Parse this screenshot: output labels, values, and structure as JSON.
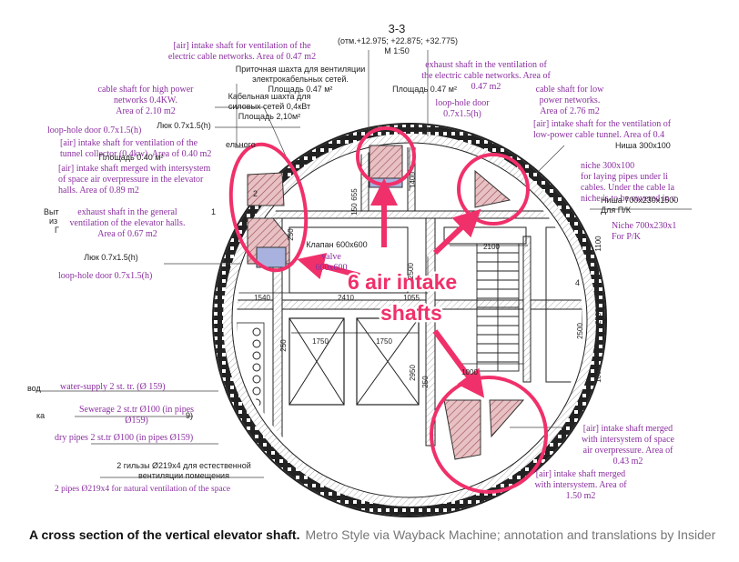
{
  "header": {
    "section": "3-3",
    "elev": "(отм.+12.975; +22.875; +32.775)",
    "scale": "М 1:50"
  },
  "colors": {
    "annotation": "#8b2fa0",
    "highlight": "#f0306a",
    "drawing": "#222222",
    "shaft_fill": "#e7c1c3",
    "caption_text": "#777777"
  },
  "purple_labels": [
    {
      "lines": [
        "[air] intake shaft for ventilation of the",
        "electric cable networks. Area of 0.47 m2"
      ]
    },
    {
      "lines": [
        "exhaust shaft in the ventilation of",
        "the electric cable networks. Area of",
        "0.47 m2"
      ]
    },
    {
      "lines": [
        "cable shaft for high power",
        "networks 0.4KW.",
        "Area of 2.10 m2"
      ]
    },
    {
      "lines": [
        "loop-hole door",
        "0.7x1.5(h)"
      ]
    },
    {
      "lines": [
        "cable shaft for low",
        "power networks.",
        "Area of 2.76 m2"
      ]
    },
    {
      "lines": [
        "loop-hole door 0.7x1.5(h)"
      ]
    },
    {
      "lines": [
        "[air] intake shaft for the ventilation of",
        "low-power cable tunnel. Area of 0.4"
      ]
    },
    {
      "lines": [
        "[air] intake shaft for ventilation of the",
        "tunnel collector (0.4kw). Area of 0.40 m2"
      ]
    },
    {
      "lines": [
        "niche 300x100",
        "for laying pipes under li",
        "cables. Under the cable la",
        "niche is to be covered in c"
      ]
    },
    {
      "lines": [
        "[air] intake shaft merged with intersystem",
        "of space air overpressure in the elevator",
        "halls.  Area of 0.89 m2"
      ]
    },
    {
      "lines": [
        "exhaust shaft in the general",
        "ventilation of the elevator halls.",
        "Area of 0.67 m2"
      ]
    },
    {
      "lines": [
        "Niche 700x230x1",
        "For P/K"
      ]
    },
    {
      "lines": [
        "valve",
        "600x600"
      ]
    },
    {
      "lines": [
        "loop-hole door 0.7x1.5(h)"
      ]
    },
    {
      "lines": [
        "water-supply 2 st. tr. (Ø 159)"
      ]
    },
    {
      "lines": [
        "Sewerage 2 st.tr Ø100 (in pipes",
        "Ø159)"
      ]
    },
    {
      "lines": [
        "dry pipes 2 st.tr Ø100 (in pipes Ø159)"
      ]
    },
    {
      "lines": [
        "[air] intake shaft merged",
        "with intersystem of space",
        "air overpressure.  Area of",
        "0.43 m2"
      ]
    },
    {
      "lines": [
        "[air] intake shaft merged",
        "with intersystem. Area of",
        "1.50 m2"
      ]
    },
    {
      "lines": [
        "2 pipes Ø219x4 for natural ventilation of the space"
      ]
    }
  ],
  "russian_labels": [
    {
      "lines": [
        "Приточная шахта для вентиляции",
        "электрокабельных сетей.",
        "Площадь 0.47 м²"
      ]
    },
    {
      "lines": [
        "Кабельная шахта для",
        "силовых сетей 0,4кВт",
        "Площадь 2,10м²"
      ]
    },
    {
      "lines": [
        "Люк 0.7x1.5(h)"
      ]
    },
    {
      "lines": [
        "Площадь 0.40 м²"
      ]
    },
    {
      "lines": [
        "Люк 0.7x1.5(h)"
      ]
    },
    {
      "lines": [
        "Клапан 600x600"
      ]
    },
    {
      "lines": [
        "Ниша 700x230x1500",
        "Для П/К"
      ]
    },
    {
      "lines": [
        "2 гильзы Ø219x4 для естественной",
        "вентиляции помещения"
      ]
    },
    {
      "lines": [
        "Площадь 0.47 м²"
      ]
    },
    {
      "lines": [
        "Ниша 300x100"
      ]
    }
  ],
  "edge_fragments": [
    "Выт",
    "из",
    "Г",
    "вод",
    "ка",
    "9)",
    "1",
    "ельного",
    "2",
    "4"
  ],
  "dimensions": [
    "2100",
    "1100",
    "1540",
    "2410",
    "1055",
    "1750",
    "1750",
    "1000",
    "1000",
    "2500",
    "2500",
    "2950",
    "2500",
    "655",
    "150",
    "1400",
    "250",
    "250",
    "250"
  ],
  "callout": {
    "line1": "6 air intake",
    "line2": "shafts"
  },
  "caption": {
    "bold": "A cross section of the vertical elevator shaft.",
    "source": "Metro Style via Wayback Machine; annotation and translations by Insider"
  }
}
